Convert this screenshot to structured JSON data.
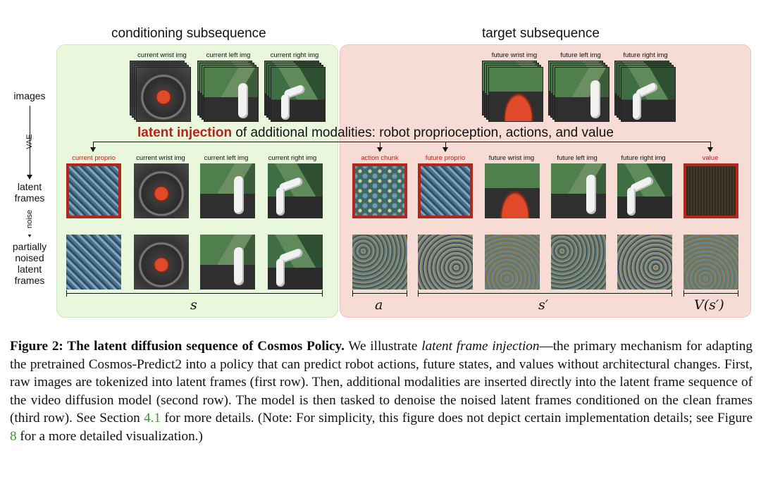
{
  "sections": {
    "conditioning_title": "conditioning subsequence",
    "target_title": "target subsequence"
  },
  "row_labels": {
    "images": "images",
    "vae": "VAE",
    "latent_frames_1": "latent",
    "latent_frames_2": "frames",
    "noise": "noise",
    "noised_1": "partially",
    "noised_2": "noised",
    "noised_3": "latent",
    "noised_4": "frames"
  },
  "image_row": {
    "conditioning": [
      "current wrist img",
      "current left img",
      "current right img"
    ],
    "target": [
      "future wrist img",
      "future left img",
      "future right img"
    ]
  },
  "injection": {
    "highlight": "latent injection",
    "rest": "of additional modalities: robot proprioception, actions, and value"
  },
  "latent_row": {
    "labels": [
      "current proprio",
      "current wrist img",
      "current left img",
      "current right img",
      "action chunk",
      "future proprio",
      "future wrist img",
      "future left img",
      "future right img",
      "value"
    ]
  },
  "braces": {
    "s": "s",
    "a": "a",
    "s_prime": "s′",
    "value": "V(s′)"
  },
  "caption": {
    "lead": "Figure 2: The latent diffusion sequence of Cosmos Policy.",
    "p1": " We illustrate ",
    "em": "latent frame injection",
    "p2": "—the primary mechanism for adapting the pretrained Cosmos-Predict2 into a policy that can predict robot actions, future states, and values without architectural changes. First, raw images are tokenized into latent frames (first row). Then, additional modalities are inserted directly into the latent frame sequence of the video diffusion model (second row). The model is then tasked to denoise the noised latent frames conditioned on the clean frames (third row). See Section ",
    "ref1": "4.1",
    "p3": " for more details. (Note: For simplicity, this figure does not depict certain implementation details; see Figure ",
    "ref2": "8",
    "p4": " for a more detailed visualization.)"
  },
  "colors": {
    "accent_red": "#b3261e",
    "cond_bg": "#e9f7dc",
    "target_bg": "#f7dcd6",
    "link_green": "#3d9a2f"
  }
}
